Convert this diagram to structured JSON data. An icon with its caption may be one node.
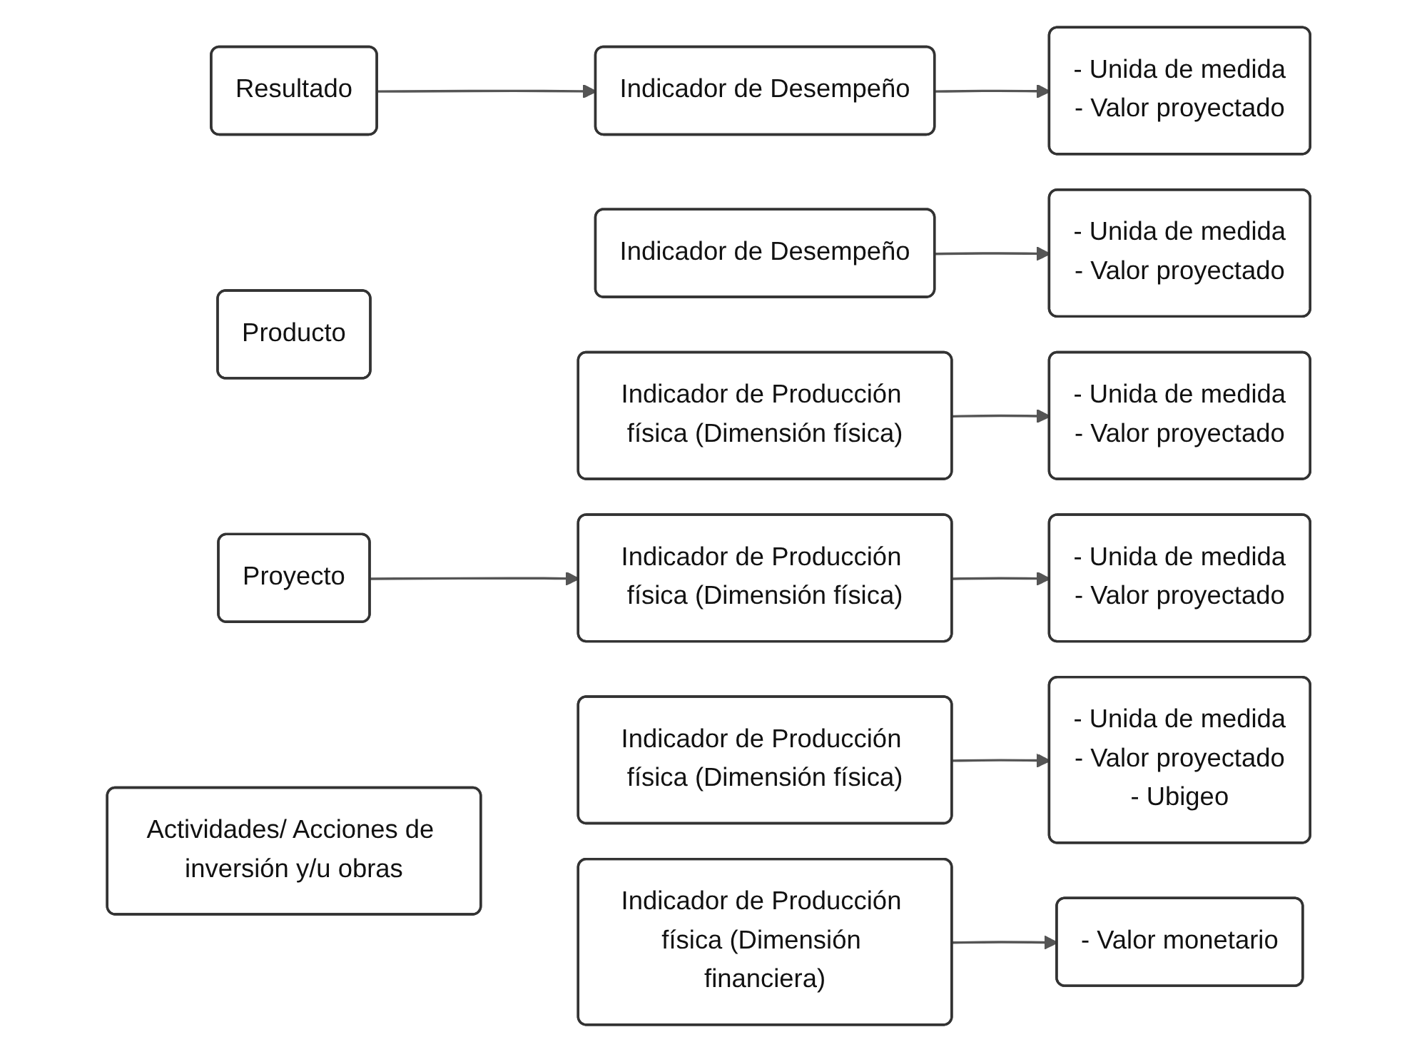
{
  "diagram": {
    "nodes": [
      {
        "text": [
          "Resultado"
        ]
      },
      {
        "text": [
          "Indicador de Desempeño"
        ]
      },
      {
        "text": [
          "- Unida de medida",
          "- Valor proyectado"
        ]
      },
      {
        "text": [
          "Producto"
        ]
      },
      {
        "text": [
          "Indicador de Desempeño"
        ]
      },
      {
        "text": [
          "- Unida de medida",
          "- Valor proyectado"
        ]
      },
      {
        "text": [
          "Indicador de Producción física (Dimensión física)"
        ]
      },
      {
        "text": [
          "- Unida de medida",
          "- Valor proyectado"
        ]
      },
      {
        "text": [
          "Proyecto"
        ]
      },
      {
        "text": [
          "Indicador de Producción física (Dimensión física)"
        ]
      },
      {
        "text": [
          "- Unida de medida",
          "- Valor proyectado"
        ]
      },
      {
        "text": [
          "Actividades/ Acciones de inversión y/u obras"
        ]
      },
      {
        "text": [
          "Indicador de Producción física (Dimensión física)"
        ]
      },
      {
        "text": [
          "- Unida de medida",
          "- Valor proyectado",
          "- Ubigeo"
        ]
      },
      {
        "text": [
          "Indicador de Producción física (Dimensión financiera)"
        ]
      },
      {
        "text": [
          "- Valor monetario"
        ]
      }
    ],
    "edges": [
      {
        "from": 0,
        "to": 1,
        "arrow": "to"
      },
      {
        "from": 1,
        "to": 2,
        "arrow": "to"
      },
      {
        "from": 4,
        "to": 5,
        "arrow": "to"
      },
      {
        "from": 6,
        "to": 7,
        "arrow": "to"
      },
      {
        "from": 8,
        "to": 9,
        "arrow": "to"
      },
      {
        "from": 9,
        "to": 10,
        "arrow": "to"
      },
      {
        "from": 12,
        "to": 13,
        "arrow": "to"
      },
      {
        "from": 14,
        "to": 15,
        "arrow": "to"
      }
    ]
  }
}
